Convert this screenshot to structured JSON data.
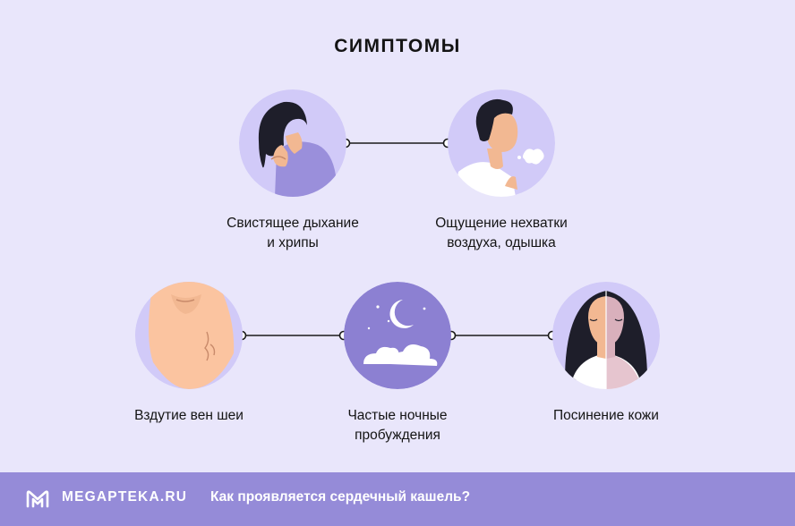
{
  "title": "СИМПТОМЫ",
  "symptoms": [
    {
      "label": "Свистящее дыхание\nи хрипы",
      "icon": "coughing-woman-icon"
    },
    {
      "label": "Ощущение нехватки\nвоздуха, одышка",
      "icon": "breathless-man-icon"
    },
    {
      "label": "Вздутие вен шеи",
      "icon": "swollen-neck-veins-icon"
    },
    {
      "label": "Частые ночные\nпробуждения",
      "icon": "night-moon-clouds-icon"
    },
    {
      "label": "Посинение кожи",
      "icon": "bluish-skin-woman-icon"
    }
  ],
  "footer": {
    "brand": "MEGAPTEKA.RU",
    "subtitle": "Как проявляется сердечный кашель?"
  },
  "colors": {
    "background": "#e9e6fb",
    "circle": "#d1caf8",
    "footer": "#958bd8",
    "accent_purple": "#9a8fdb",
    "text": "#141414"
  }
}
